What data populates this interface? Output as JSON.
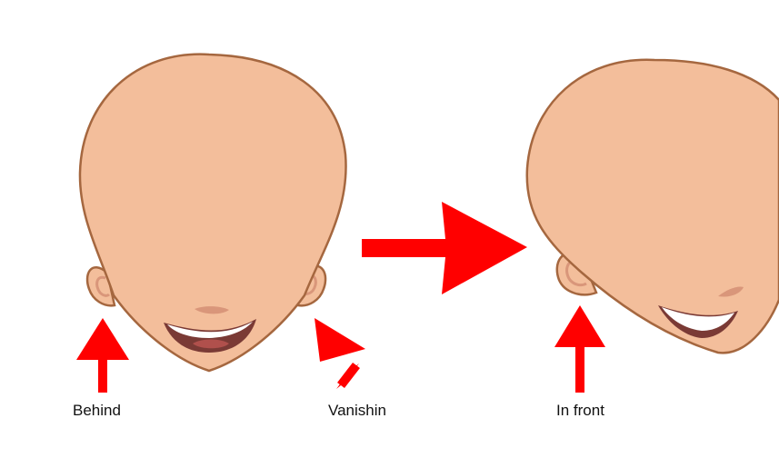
{
  "labels": {
    "behind": "Behind",
    "vanishing": "Vanishin",
    "in_front": "In front"
  },
  "colors": {
    "skin": "#F3BE9B",
    "outline": "#A5673F",
    "ear_inner": "#D9967A",
    "mouth": "#7A3A35",
    "teeth": "#FFFFFF",
    "tongue": "#B0504C",
    "nose": "#D9967A",
    "arrow": "#FF0000",
    "text": "#111111"
  }
}
